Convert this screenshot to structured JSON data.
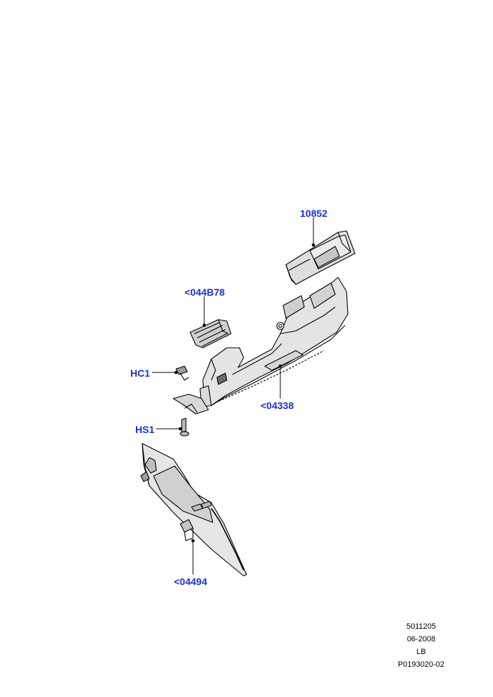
{
  "colors": {
    "callout_text": "#1e2fd6",
    "line_art": "#000000",
    "part_fill": "#dcdcdc",
    "part_fill_dark": "#bdbdbd",
    "background": "#ffffff"
  },
  "callouts": {
    "part_10852": "10852",
    "part_044b78": "<044B78",
    "part_hc1": "HC1",
    "part_04338": "<04338",
    "part_hs1": "HS1",
    "part_04494": "<04494"
  },
  "meta": {
    "code": "5011205",
    "date": "06-2008",
    "region": "LB",
    "illustration_id": "P0193020-02"
  }
}
